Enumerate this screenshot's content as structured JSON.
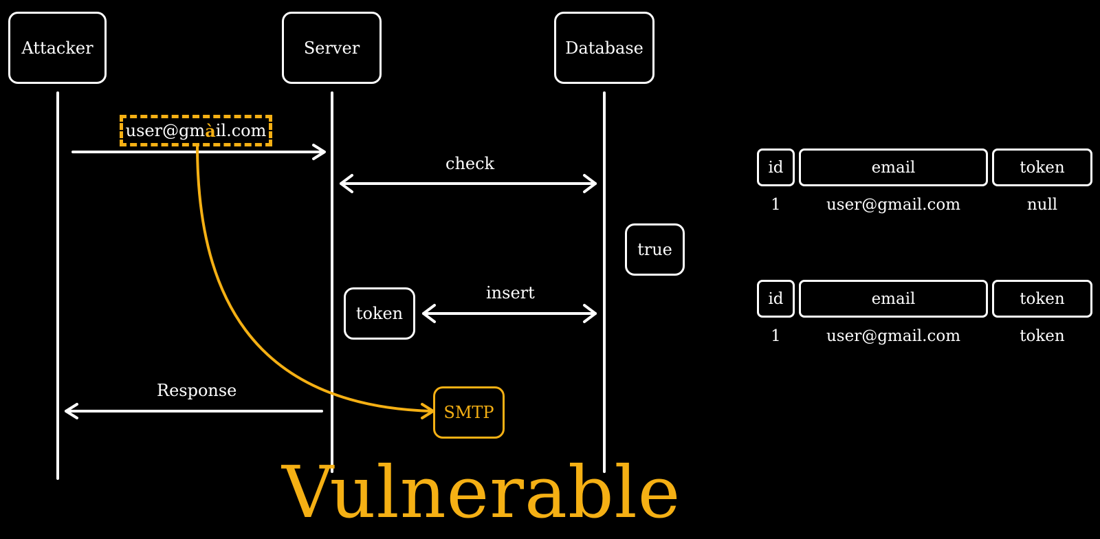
{
  "actors": {
    "attacker": "Attacker",
    "server": "Server",
    "database": "Database"
  },
  "messages": {
    "email_prefix": "user@gm",
    "email_highlight": "à",
    "email_suffix": "il.com",
    "check": "check",
    "true_result": "true",
    "token": "token",
    "insert": "insert",
    "response": "Response",
    "smtp": "SMTP"
  },
  "title": "Vulnerable",
  "tables": [
    {
      "headers": [
        "id",
        "email",
        "token"
      ],
      "row": [
        "1",
        "user@gmail.com",
        "null"
      ]
    },
    {
      "headers": [
        "id",
        "email",
        "token"
      ],
      "row": [
        "1",
        "user@gmail.com",
        "token"
      ]
    }
  ],
  "colors": {
    "accent": "#f5b014",
    "foreground": "#ffffff",
    "background": "#000000"
  }
}
